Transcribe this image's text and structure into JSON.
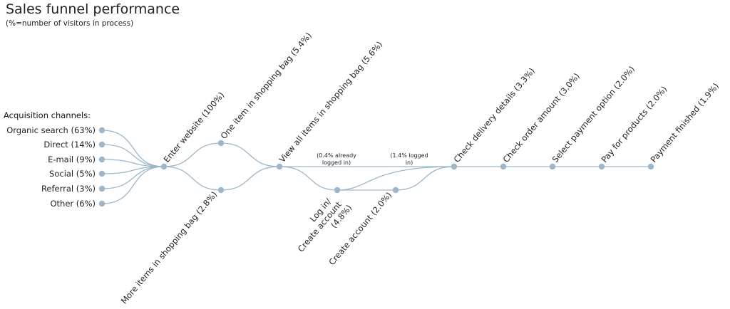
{
  "title": "Sales funnel performance",
  "subtitle": "(%=number of visitors in process)",
  "channels": {
    "heading": "Acquisition channels:",
    "items": [
      {
        "label": "Organic search (63%)",
        "share": 63
      },
      {
        "label": "Direct (14%)",
        "share": 14
      },
      {
        "label": "E-mail (9%)",
        "share": 9
      },
      {
        "label": "Social (5%)",
        "share": 5
      },
      {
        "label": "Referral (3%)",
        "share": 3
      },
      {
        "label": "Other (6%)",
        "share": 6
      }
    ]
  },
  "steps": {
    "enter": {
      "label": "Enter website (100%)",
      "percent": 100
    },
    "one_item": {
      "label": "One item in shopping bag (5.4%)",
      "percent": 5.4
    },
    "more_items": {
      "label": "More items in shopping bag (2.8%)",
      "percent": 2.8
    },
    "view_all": {
      "label": "View all items in shopping bag (5.6%)",
      "percent": 5.6
    },
    "login": {
      "lines": [
        "Log in/",
        "Create account",
        "(4.8%)"
      ],
      "percent": 4.8
    },
    "create_account": {
      "label": "Create account (2.0%)",
      "percent": 2.0
    },
    "delivery": {
      "label": "Check delivery details (3.3%)",
      "percent": 3.3
    },
    "order_amount": {
      "label": "Check order amount (3.0%)",
      "percent": 3.0
    },
    "payment_option": {
      "label": "Select payment option (2.0%)",
      "percent": 2.0
    },
    "pay": {
      "label": "Pay for products (2.0%)",
      "percent": 2.0
    },
    "finished": {
      "label": "Payment finished (1.9%)",
      "percent": 1.9
    }
  },
  "annotations": {
    "already_logged": {
      "lines": [
        "(0.4% already",
        "logged in)"
      ]
    },
    "logged_in": {
      "lines": [
        "(1.4% logged",
        "in)"
      ]
    }
  },
  "colors": {
    "link": "#9db6c9",
    "node": "#9db6c9",
    "text": "#222222"
  }
}
